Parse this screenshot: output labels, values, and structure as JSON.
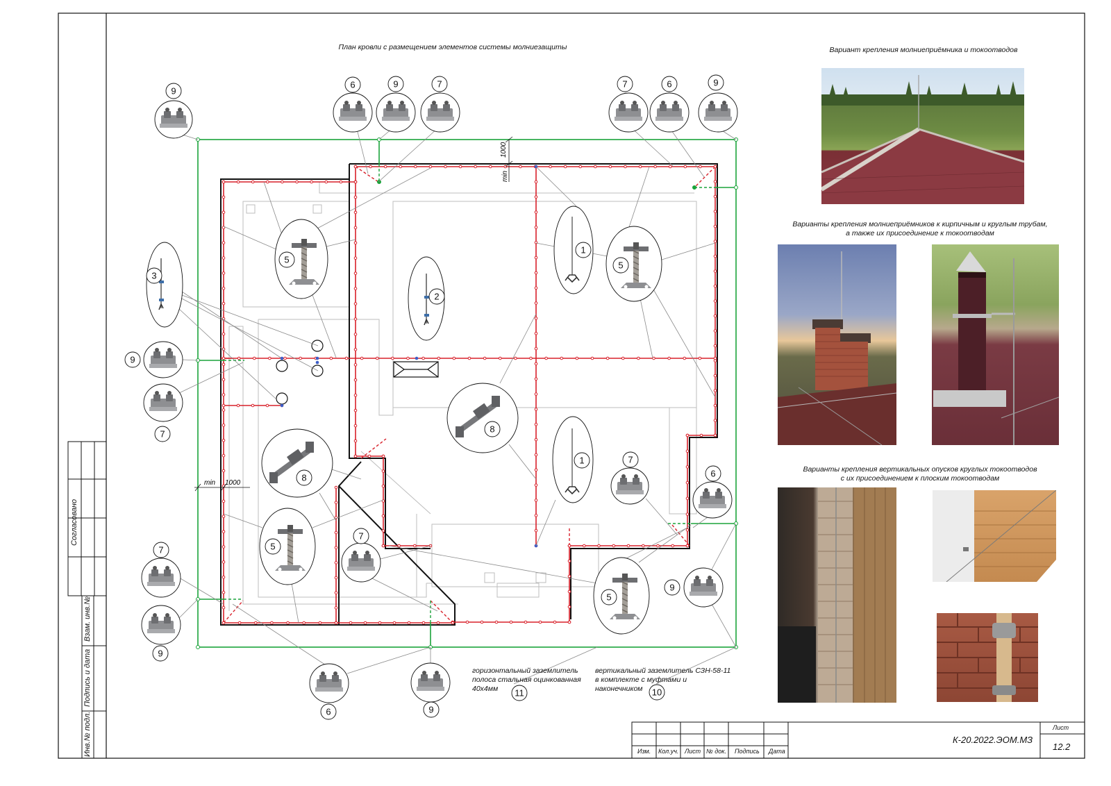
{
  "main_title": "План кровли с размещением элементов системы молниезащиты",
  "photos": {
    "mount_title": "Вариант крепления молниеприёмника и токоотводов",
    "chimney_title_1": "Варианты крепления  молниеприёмников к кирпичным и круглым трубам,",
    "chimney_title_2": "а также их присоединение к токоотводам",
    "downlead_title_1": "Варианты крепления вертикальных опусков круглых токоотводов",
    "downlead_title_2": "с их присоединением к плоским токоотводам"
  },
  "dims": {
    "top_dim": "1000",
    "top_min": "min",
    "left_dim": "1000",
    "left_min": "min"
  },
  "notes": {
    "n11_line1": "горизонтальный заземлитель",
    "n11_line2": "полоса стальная оцинкованная",
    "n11_line3": "40х4мм",
    "n10_line1": "вертикальный заземлитель СЗН-58-11",
    "n10_line2": "в комплекте с муфтами и наконечником"
  },
  "callouts": {
    "top_left_9": "9",
    "top_mid_6": "6",
    "top_mid_9": "9",
    "top_mid_7": "7",
    "top_right_7": "7",
    "top_right_6": "6",
    "top_right_9": "9",
    "left_9": "9",
    "left_7": "7",
    "rod_3": "3",
    "rod_2": "2",
    "rod_1a": "1",
    "rod_1b": "1",
    "support_5a": "5",
    "support_5b": "5",
    "support_5c": "5",
    "support_5d": "5",
    "holder_8a": "8",
    "holder_8b": "8",
    "mid_7": "7",
    "right_7": "7",
    "right_6": "6",
    "right_9": "9",
    "bottom_left_7": "7",
    "bottom_left_9": "9",
    "bottom_6": "6",
    "bottom_9": "9",
    "n11": "11",
    "n10": "10"
  },
  "side_stamp": {
    "agreed": "Согласовано",
    "vzam": "Взам. инв.№",
    "podpis": "Подпись и дата",
    "inv": "Инв.№ подл."
  },
  "title_block": {
    "cols": [
      "Изм.",
      "Кол.уч.",
      "Лист",
      "№ док.",
      "Подпись",
      "Дата"
    ],
    "code": "К-20.2022.ЭОМ.МЗ",
    "sheet_label": "Лист",
    "sheet_no": "12.2"
  },
  "colors": {
    "roof_line": "#d8202a",
    "ground_line": "#1aa33a",
    "outline": "#111111",
    "grey": "#b5b5b5"
  }
}
